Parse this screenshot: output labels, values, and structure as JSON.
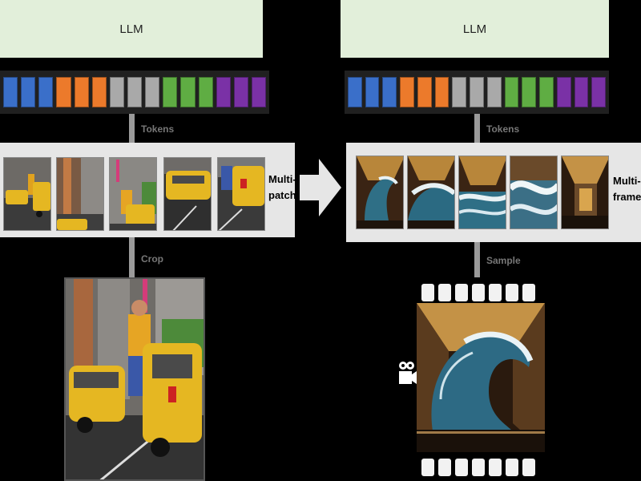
{
  "left": {
    "llm_label": "LLM",
    "connector_upper": "Tokens",
    "connector_lower": "Crop",
    "panel_label": "Multi-\npatch"
  },
  "right": {
    "llm_label": "LLM",
    "connector_upper": "Tokens",
    "connector_lower": "Sample",
    "panel_label": "Multi-\nframe"
  },
  "token_colors": [
    "#3a6fc9",
    "#3a6fc9",
    "#3a6fc9",
    "#ec7a2b",
    "#ec7a2b",
    "#ec7a2b",
    "#a9a9a9",
    "#a9a9a9",
    "#a9a9a9",
    "#5fad43",
    "#5fad43",
    "#5fad43",
    "#7a31a6",
    "#7a31a6",
    "#7a31a6"
  ],
  "arrow_icon": "right-arrow-icon",
  "camera_icon": "video-camera-icon"
}
